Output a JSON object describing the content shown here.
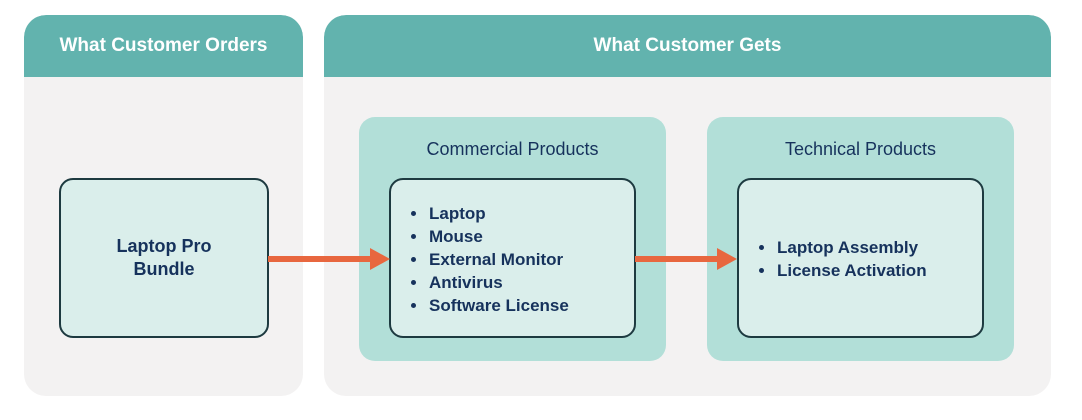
{
  "panels": {
    "orders": {
      "header": "What Customer Orders"
    },
    "gets": {
      "header": "What Customer Gets"
    }
  },
  "bundle": {
    "label": "Laptop Pro Bundle"
  },
  "commercial": {
    "title": "Commercial Products",
    "items": [
      "Laptop",
      "Mouse",
      "External Monitor",
      "Antivirus",
      "Software License"
    ]
  },
  "technical": {
    "title": "Technical Products",
    "items": [
      "Laptop Assembly",
      "License Activation"
    ]
  },
  "colors": {
    "header": "#62b3ae",
    "panel_bg": "#f3f2f2",
    "section_bg": "#b2dfd8",
    "box_bg": "#daeeeb",
    "arrow": "#e8673f",
    "text": "#16325c"
  }
}
